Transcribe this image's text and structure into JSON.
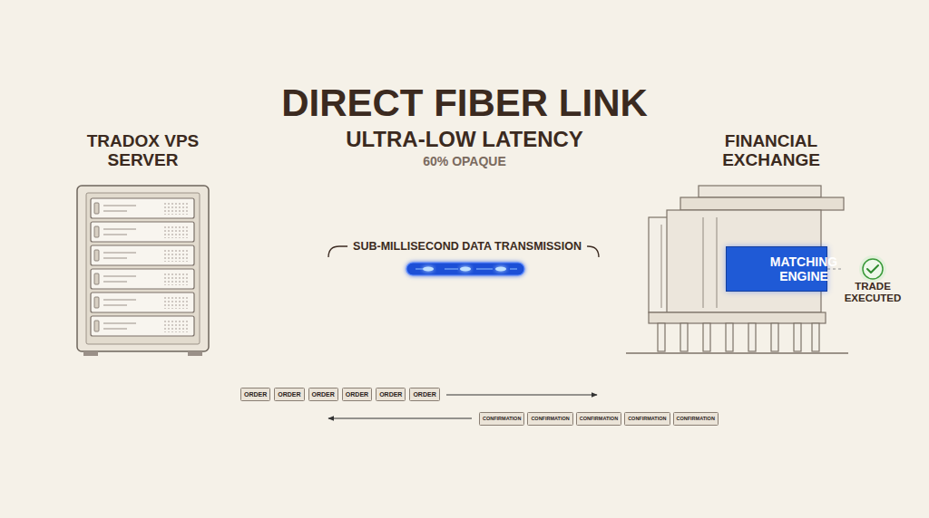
{
  "diagram": {
    "title": "DIRECT FIBER LINK",
    "nodes": [
      {
        "text": [
          "TRADOX VPS SERVER"
        ]
      },
      {
        "text": [
          "FINANCIAL EXCHANGE"
        ]
      },
      {
        "text": [
          "MATCHING ENGINE"
        ],
        "in": 1
      },
      {
        "text": [
          "TRADE EXECUTED"
        ]
      },
      {
        "text": [
          "ORDER"
        ]
      },
      {
        "text": [
          "ORDER"
        ]
      },
      {
        "text": [
          "ORDER"
        ]
      },
      {
        "text": [
          "ORDER"
        ]
      },
      {
        "text": [
          "ORDER"
        ]
      },
      {
        "text": [
          "ORDER"
        ]
      },
      {
        "text": [
          "CONFIRMATION"
        ]
      },
      {
        "text": [
          "CONFIRMATION"
        ]
      },
      {
        "text": [
          "CONFIRMATION"
        ]
      },
      {
        "text": [
          "CONFIRMATION"
        ]
      },
      {
        "text": [
          "CONFIRMATION"
        ]
      }
    ],
    "edges": [
      {
        "from": 0,
        "to": 2,
        "arrow": "none",
        "label": "SUB-MILLISECOND DATA TRANSMISSION"
      },
      {
        "from": 2,
        "to": 3,
        "arrow": "none"
      }
    ],
    "labels": [
      "ULTRA-LOW LATENCY",
      "60% OPAQUE"
    ]
  }
}
